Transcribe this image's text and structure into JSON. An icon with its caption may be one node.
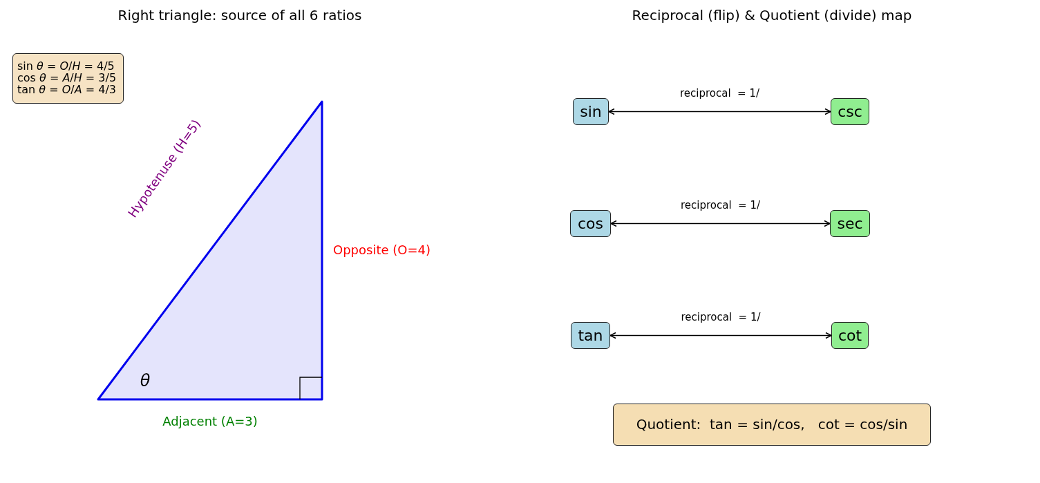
{
  "diagram": {
    "nodes": [
      {
        "text": [
          "sin *θ* = *O*/*H* = 4/5",
          "cos *θ* = *A*/*H* = 3/5",
          "tan *θ* = *O*/*A* = 4/3"
        ]
      },
      {
        "text": [
          "sin"
        ]
      },
      {
        "text": [
          "csc"
        ]
      },
      {
        "text": [
          "cos"
        ]
      },
      {
        "text": [
          "sec"
        ]
      },
      {
        "text": [
          "tan"
        ]
      },
      {
        "text": [
          "cot"
        ]
      },
      {
        "text": [
          "Quotient:  tan = sin/cos,   cot = cos/sin"
        ]
      }
    ],
    "edges": [
      {
        "from": 1,
        "to": 2,
        "arrow": "both",
        "label": "reciprocal  = 1/"
      },
      {
        "from": 3,
        "to": 4,
        "arrow": "both",
        "label": "reciprocal  = 1/"
      },
      {
        "from": 5,
        "to": 6,
        "arrow": "both",
        "label": "reciprocal  = 1/"
      }
    ],
    "labels": [
      "Right triangle: source of all 6 ratios",
      "Reciprocal (flip) & Quotient (divide) map",
      "Hypotenuse (H=5)",
      "Opposite (O=4)",
      "θ",
      "Adjacent (A=3)"
    ]
  }
}
